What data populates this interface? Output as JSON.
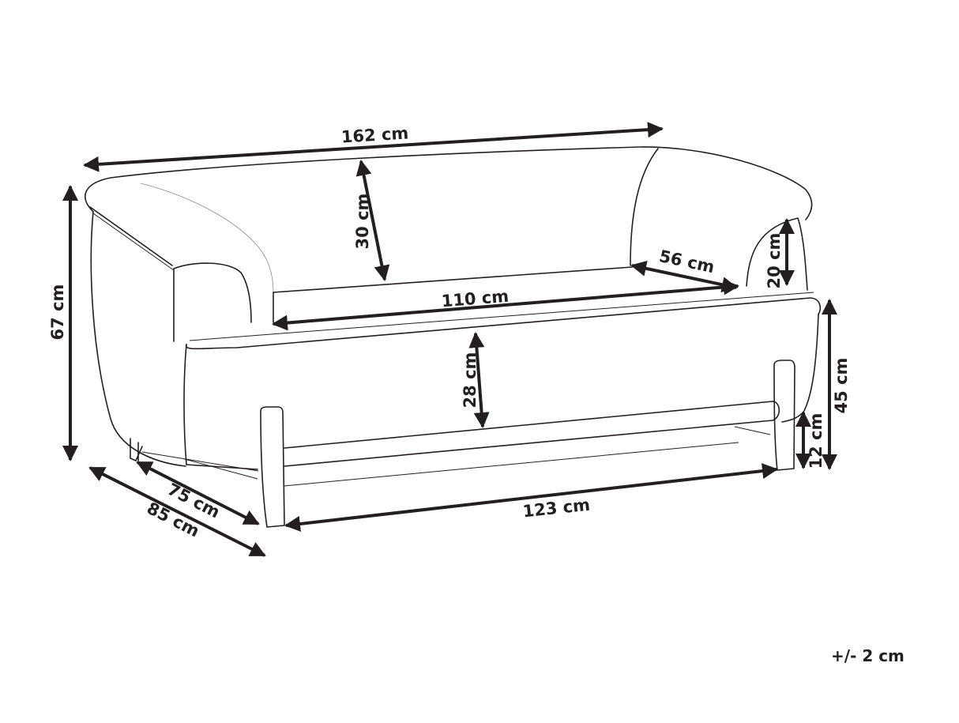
{
  "diagram": {
    "subject": "sofa",
    "line_color": "#231f20",
    "background": "#ffffff",
    "dimensions": {
      "total_width": "162 cm",
      "total_height": "67 cm",
      "backrest_height": "30 cm",
      "seat_width": "110 cm",
      "seat_depth": "56 cm",
      "armrest_height": "20 cm",
      "seat_height": "45 cm",
      "seat_front_height": "28 cm",
      "leg_height": "12 cm",
      "base_width": "123 cm",
      "inner_depth": "75 cm",
      "total_depth": "85 cm"
    },
    "tolerance": "+/- 2 cm"
  }
}
